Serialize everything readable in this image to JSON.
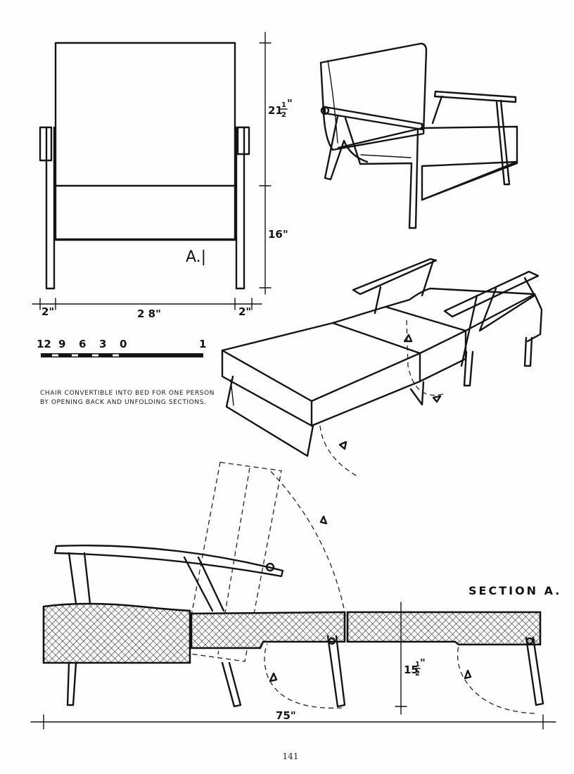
{
  "figure": {
    "view_label": "A.|",
    "dimensions": {
      "back_height_whole": "21",
      "back_height_frac_num": "1",
      "back_height_frac_den": "2",
      "back_height_unit": "\"",
      "seat_height": "16\"",
      "arm_left": "2\"",
      "seat_width": "2 8\"",
      "arm_right": "2\"",
      "bed_length": "75\"",
      "bed_height_whole": "15",
      "bed_height_frac_num": "1",
      "bed_height_frac_den": "2",
      "bed_height_unit": "\""
    },
    "scale_bar": {
      "labels": [
        "12",
        "9",
        "6",
        "3",
        "0",
        "1"
      ]
    },
    "caption_lines": [
      "CHAIR CONVERTIBLE INTO BED FOR ONE PERSON",
      "BY OPENING BACK AND UNFOLDING SECTIONS."
    ],
    "section_label": "SECTION A.",
    "page_number": "141"
  }
}
